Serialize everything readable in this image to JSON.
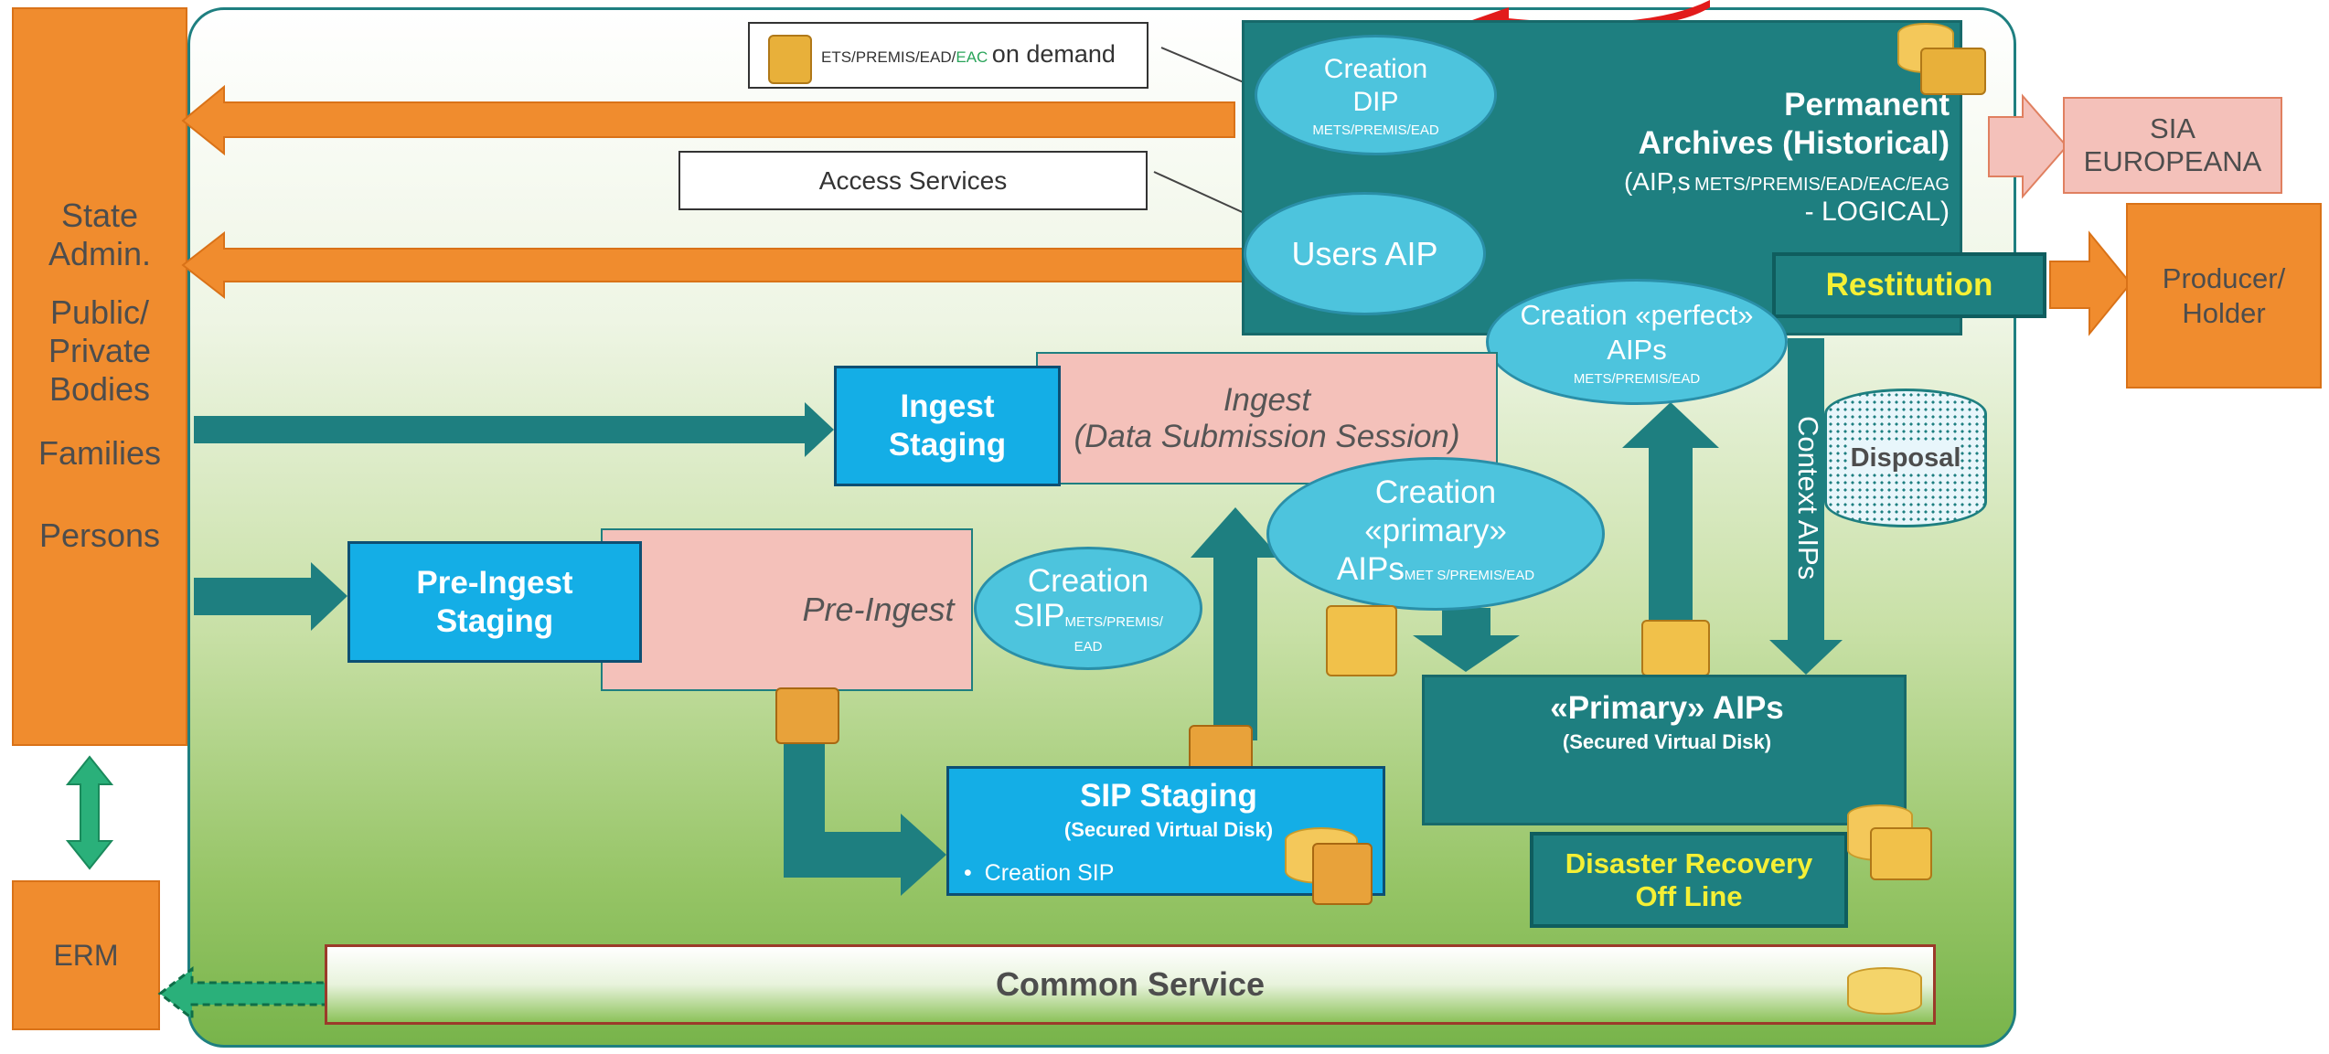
{
  "left_column": {
    "state_admin": "State Admin.",
    "public_private": "Public/ Private Bodies",
    "families": "Families",
    "persons": "Persons"
  },
  "erm": "ERM",
  "on_demand_box": {
    "formats_black": "ETS/PREMIS/EAD/",
    "formats_green": "EAC",
    "suffix": "on demand"
  },
  "access_services": "Access Services",
  "creation_dip": {
    "title": "Creation DIP",
    "formats": "METS/PREMIS/EAD"
  },
  "users_aip": "Users AIP",
  "permanent_archives": {
    "title_line1": "Permanent",
    "title_line2": "Archives (Historical)",
    "sub_prefix": "(AIP,s",
    "sub_formats": "METS/PREMIS/EAD/EAC/EAG",
    "sub_suffix": "- LOGICAL)"
  },
  "sia_europeana": "SIA EUROPEANA",
  "producer_holder": "Producer/ Holder",
  "restitution": "Restitution",
  "creation_perfect": {
    "title": "Creation «perfect» AIPs",
    "formats": "METS/PREMIS/EAD"
  },
  "context_aips": "Context AIPs",
  "disposal": "Disposal",
  "ingest_staging": "Ingest Staging",
  "ingest_session": {
    "line1": "Ingest",
    "line2": "(Data Submission Session)"
  },
  "creation_primary": {
    "line1": "Creation",
    "line2": "«primary»",
    "line3": "AIPs",
    "formats": "MET S/PREMIS/EAD"
  },
  "pre_ingest_staging": "Pre-Ingest Staging",
  "pre_ingest": "Pre-Ingest",
  "creation_sip": {
    "line1": "Creation",
    "line2": "SIP",
    "formats": "METS/PREMIS/",
    "formats2": "EAD"
  },
  "sip_staging": {
    "title": "SIP Staging",
    "subtitle": "(Secured Virtual Disk)",
    "bullet": "Creation SIP"
  },
  "primary_aips": {
    "title": "«Primary» AIPs",
    "subtitle": "(Secured Virtual Disk)"
  },
  "disaster_recovery": {
    "line1": "Disaster Recovery",
    "line2": "Off Line"
  },
  "common_service": "Common Service",
  "colors": {
    "teal": "#1e7f80",
    "orange": "#f08c2e",
    "blue": "#14aee6",
    "pink": "#f4c1ba",
    "ellipse": "#4dc4dd",
    "yellow_text": "#f5f035",
    "red_arrow": "#e21b1b"
  }
}
